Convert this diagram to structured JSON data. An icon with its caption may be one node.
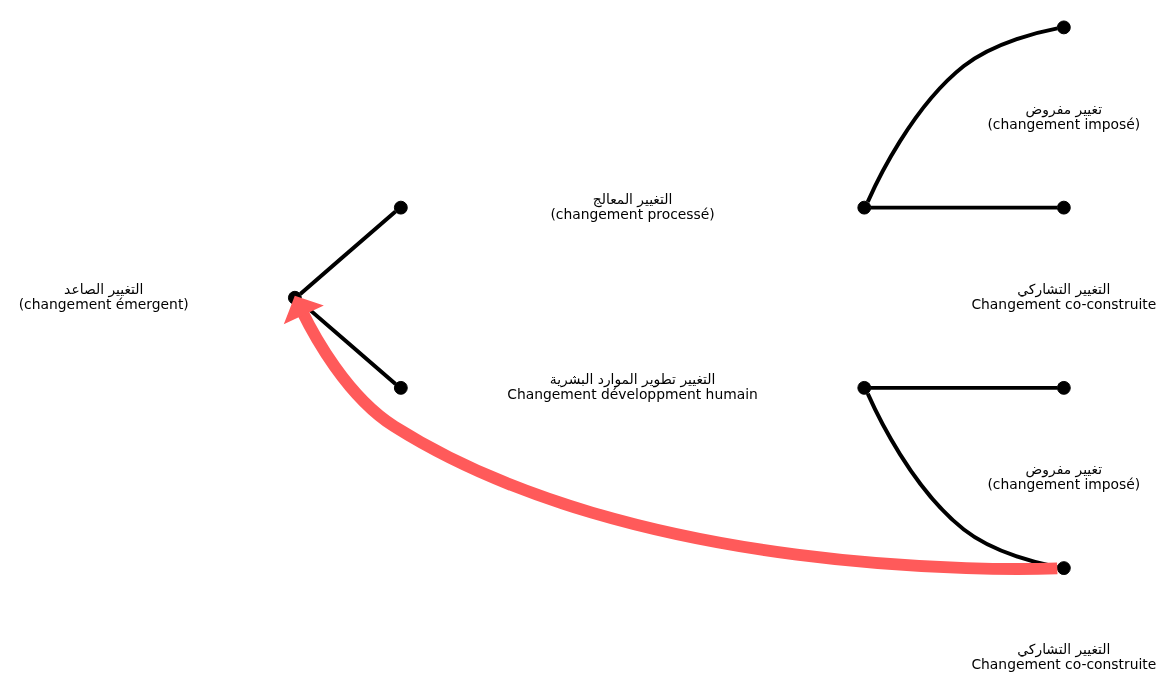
{
  "diagram": {
    "nodes": [
      {
        "text": [],
        "shape": "circle",
        "beside": [
          "التغيير الصاعد",
          "(changement émergent)"
        ]
      },
      {
        "text": [],
        "shape": "circle",
        "beside": [
          "التغيير المعالج",
          "(changement processé)"
        ]
      },
      {
        "text": [],
        "shape": "circle",
        "beside": [
          "التغيير تطوير الموارد البشرية",
          "Changement développment humain"
        ]
      },
      {
        "text": [],
        "shape": "circle"
      },
      {
        "text": [],
        "shape": "circle",
        "beside": [
          "تغيير مفروض",
          "(changement imposé)"
        ]
      },
      {
        "text": [],
        "shape": "circle",
        "beside": [
          "التغيير التشاركي",
          "Changement co-construite"
        ]
      },
      {
        "text": [],
        "shape": "circle"
      },
      {
        "text": [],
        "shape": "circle",
        "beside": [
          "تغيير مفروض",
          "(changement imposé)"
        ]
      },
      {
        "text": [],
        "shape": "circle",
        "beside": [
          "التغيير التشاركي",
          "Changement co-construite"
        ]
      }
    ],
    "edges": [
      {
        "from": 0,
        "to": 1,
        "arrow": "none"
      },
      {
        "from": 0,
        "to": 2,
        "arrow": "none"
      },
      {
        "from": 3,
        "to": 4,
        "arrow": "none"
      },
      {
        "from": 3,
        "to": 5,
        "arrow": "none"
      },
      {
        "from": 6,
        "to": 7,
        "arrow": "none"
      },
      {
        "from": 6,
        "to": 8,
        "arrow": "none"
      },
      {
        "from": 8,
        "to": 0,
        "arrow": "to",
        "style": "thick",
        "color": "#ff5a5a"
      }
    ]
  }
}
